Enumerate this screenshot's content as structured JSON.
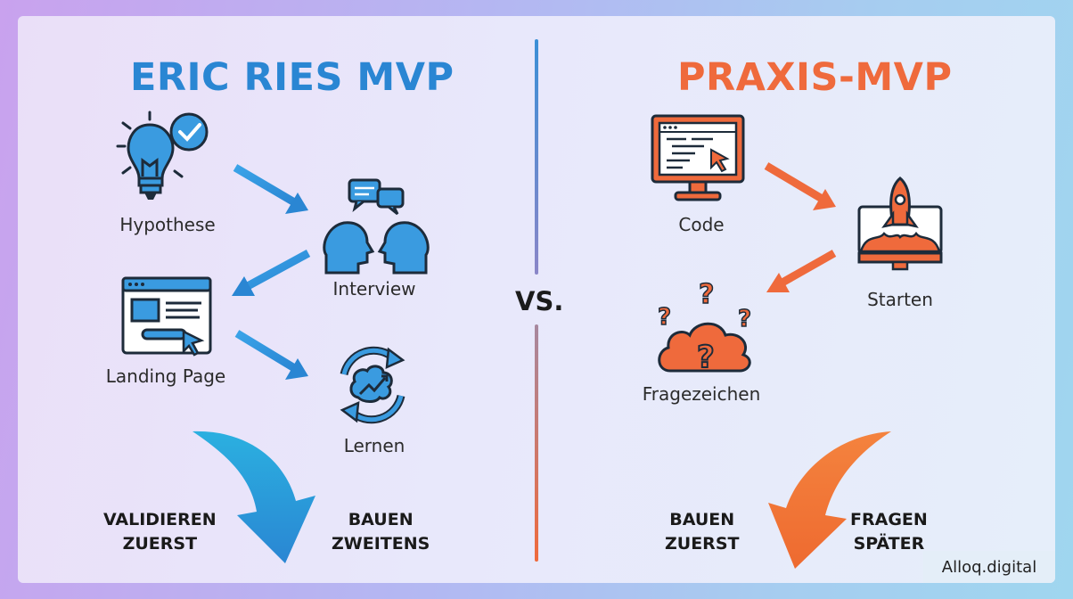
{
  "left": {
    "title": "ERIC RIES MVP",
    "steps": [
      "Hypothese",
      "Interview",
      "Landing Page",
      "Lernen"
    ],
    "phrase_left": [
      "VALIDIEREN",
      "ZUERST"
    ],
    "phrase_right": [
      "BAUEN",
      "ZWEITENS"
    ],
    "color": "#2a86d3"
  },
  "right": {
    "title": "PRAXIS-MVP",
    "steps": [
      "Code",
      "Starten",
      "Fragezeichen"
    ],
    "phrase_left": [
      "BAUEN",
      "ZUERST"
    ],
    "phrase_right": [
      "FRAGEN",
      "SPÄTER"
    ],
    "color": "#ef6a3c"
  },
  "versus": "VS.",
  "watermark": "Alloq.digital",
  "icons": {
    "hypothese": "lightbulb-check-icon",
    "interview": "two-heads-speech-icon",
    "landing_page": "browser-window-icon",
    "lernen": "brain-cycle-icon",
    "code": "monitor-code-icon",
    "starten": "rocket-launch-icon",
    "fragezeichen": "cloud-question-icon"
  }
}
